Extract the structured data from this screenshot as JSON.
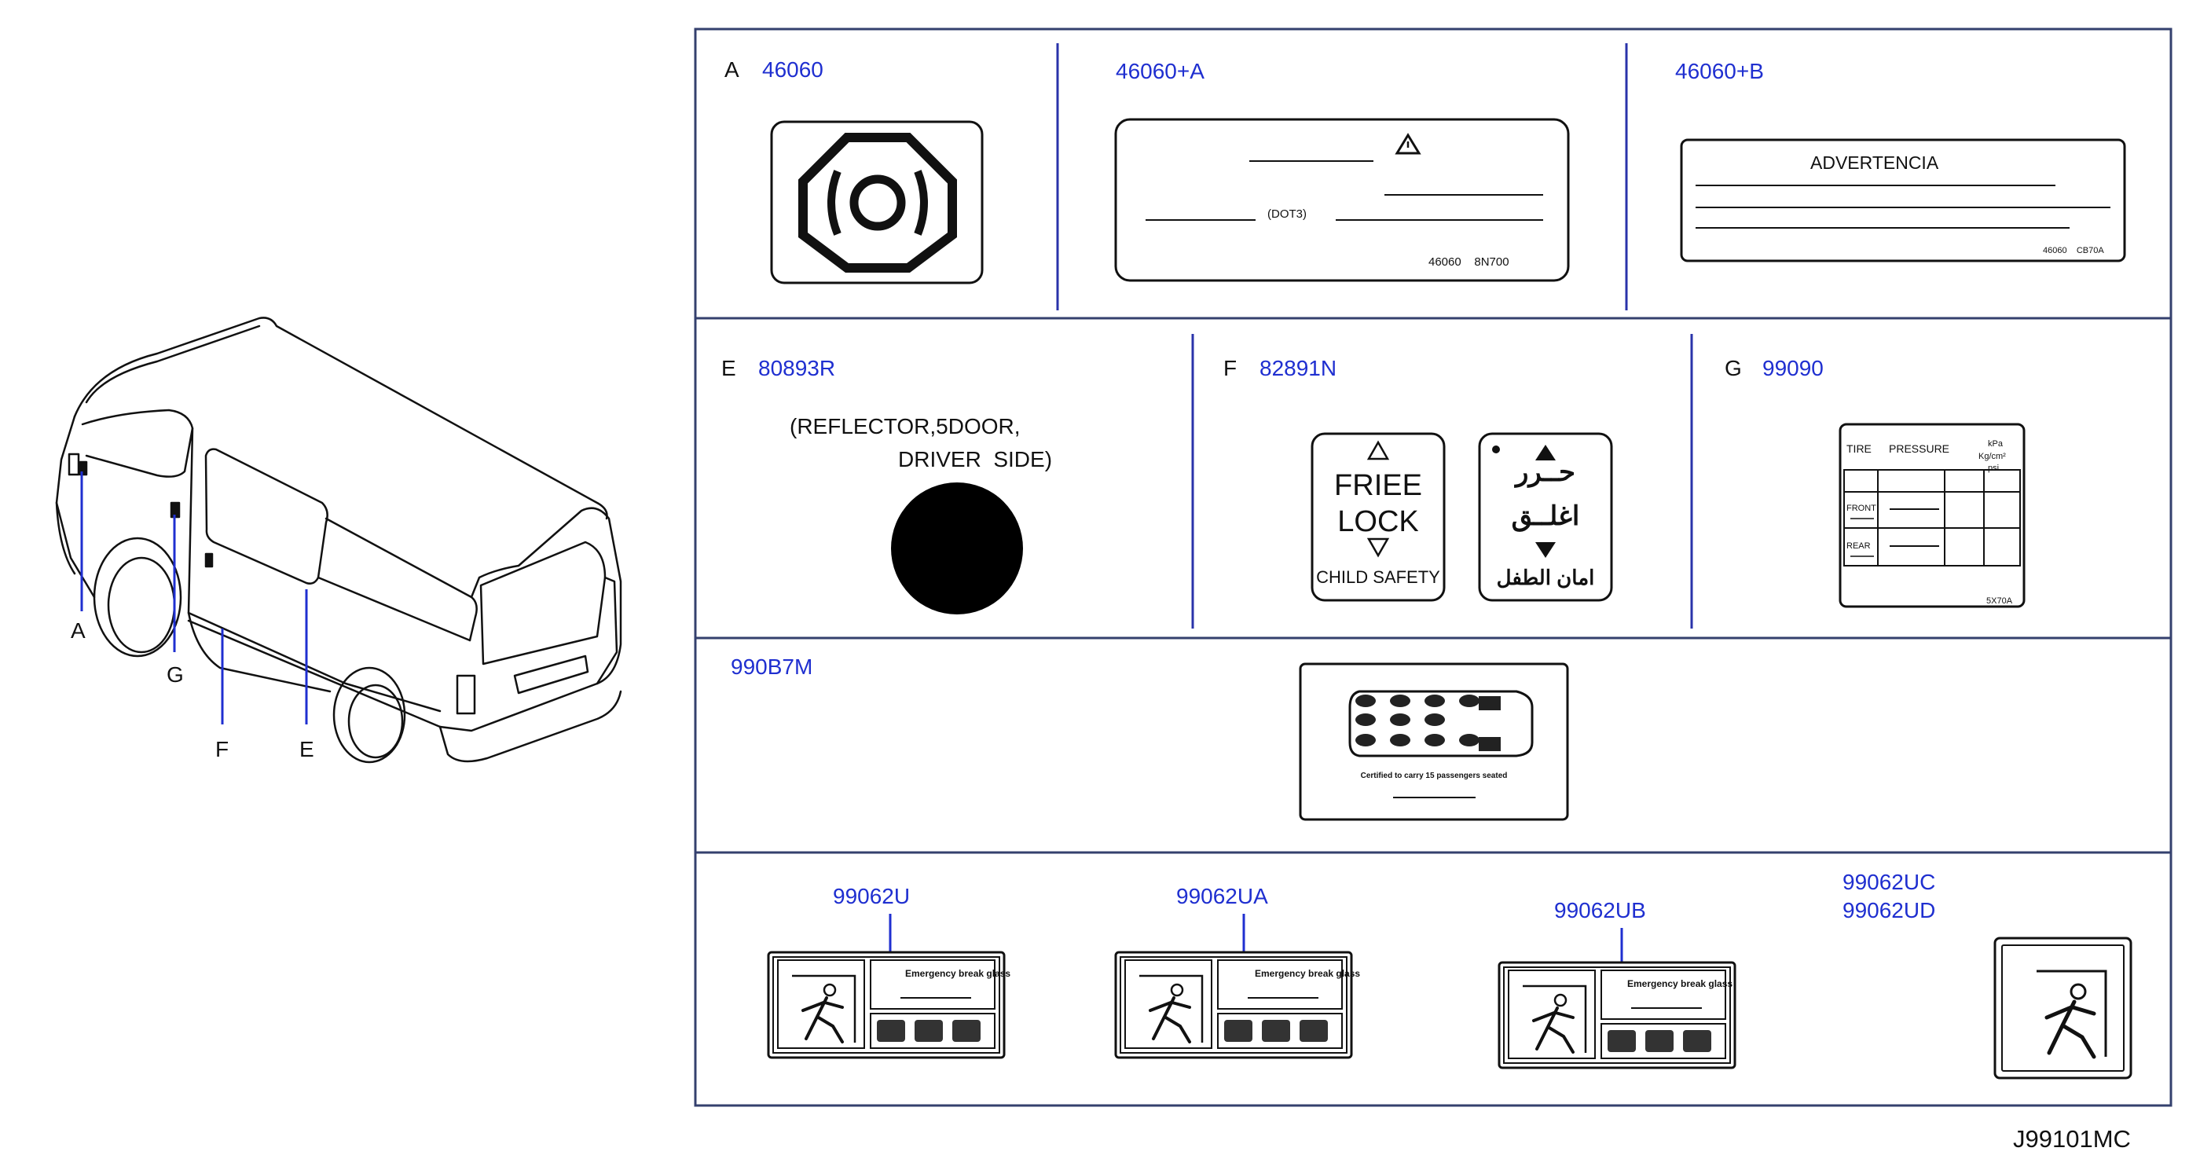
{
  "diagram_id": "J99101MC",
  "callouts": [
    "A",
    "G",
    "F",
    "E"
  ],
  "panels": {
    "a": {
      "letter": "A",
      "part": "46060"
    },
    "a_plus_a": {
      "part": "46060+A",
      "label_text": "(DOT3)",
      "label_code": "46060    8N700"
    },
    "a_plus_b": {
      "part": "46060+B",
      "heading": "ADVERTENCIA",
      "label_code": "46060    CB70A"
    },
    "e": {
      "letter": "E",
      "part": "80893R",
      "note_line1": "(REFLECTOR,5DOOR,",
      "note_line2": "DRIVER  SIDE)"
    },
    "f": {
      "letter": "F",
      "part": "82891N",
      "en_line1": "FRIEE",
      "en_line2": "LOCK",
      "en_line3": "CHILD SAFETY",
      "ar_line1": "حــرر",
      "ar_line2": "اغلــق",
      "ar_line3": "امان الطفل"
    },
    "g": {
      "letter": "G",
      "part": "99090",
      "tire": "TIRE",
      "pressure": "PRESSURE",
      "kpa": "kPa",
      "kgcm": "Kg/cm²",
      "psi": "psi",
      "front": "FRONT",
      "rear": "REAR",
      "code": "5X70A"
    },
    "seat": {
      "part": "990B7M",
      "caption": "Certified to carry 15 passengers seated"
    },
    "exit1": {
      "part": "99062U",
      "title": "Emergency break glass"
    },
    "exit2": {
      "part": "99062UA",
      "title": "Emergency break glass"
    },
    "exit3": {
      "part": "99062UB",
      "title": "Emergency break glass"
    },
    "exit4": {
      "part1": "99062UC",
      "part2": "99062UD"
    }
  }
}
